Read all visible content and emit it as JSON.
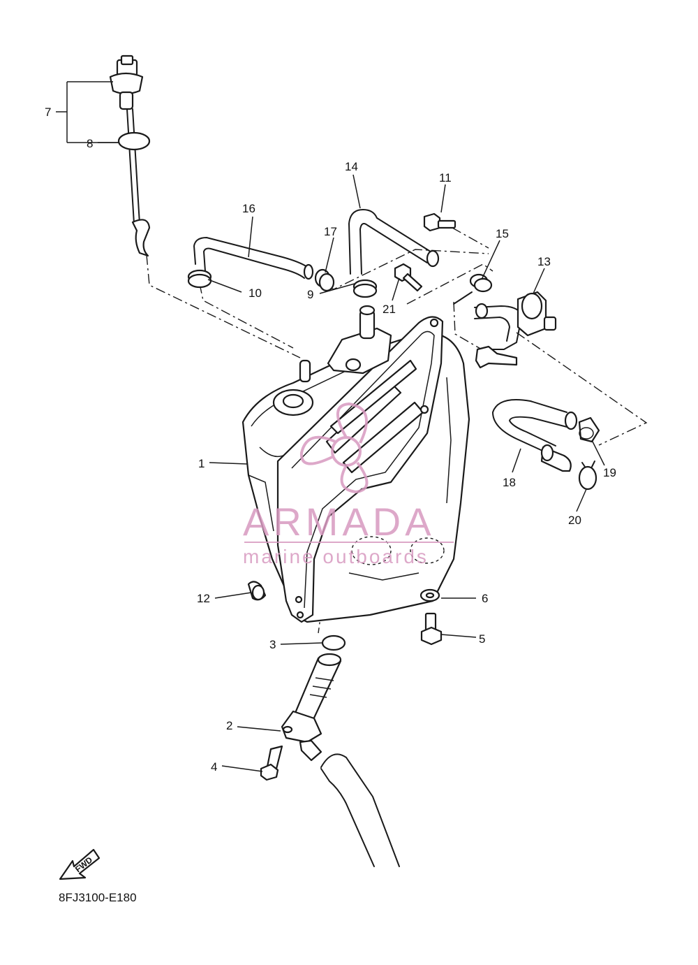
{
  "diagram_code": "8FJ3100-E180",
  "fwd_label": "FWD",
  "watermark": {
    "brand": "ARMADA",
    "tagline": "marine outboards",
    "color": "#d89ac0"
  },
  "part_labels": {
    "p1": "1",
    "p2": "2",
    "p3": "3",
    "p4": "4",
    "p5": "5",
    "p6": "6",
    "p7": "7",
    "p8": "8",
    "p9": "9",
    "p10": "10",
    "p11": "11",
    "p12": "12",
    "p13": "13",
    "p14": "14",
    "p15": "15",
    "p16": "16",
    "p17": "17",
    "p18": "18",
    "p19": "19",
    "p20": "20",
    "p21": "21"
  }
}
